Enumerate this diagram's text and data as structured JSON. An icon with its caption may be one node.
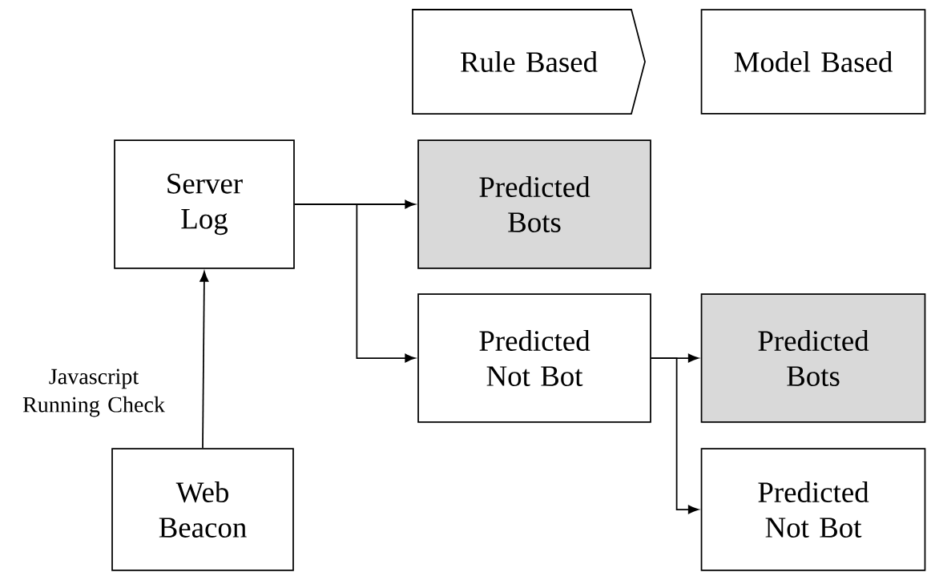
{
  "diagram": {
    "nodes": [
      {
        "text": [
          "Rule Based"
        ]
      },
      {
        "text": [
          "Model Based"
        ]
      },
      {
        "text": [
          "Server Log"
        ]
      },
      {
        "text": [
          "Predicted Bots"
        ]
      },
      {
        "text": [
          "Predicted Not Bot"
        ]
      },
      {
        "text": [
          "Predicted Bots"
        ]
      },
      {
        "text": [
          "Predicted Not Bot"
        ]
      },
      {
        "text": [
          "Web Beacon"
        ]
      }
    ],
    "edges": [
      {
        "from": 7,
        "to": 2,
        "arrow": "to",
        "label": "Javascript Running Check"
      },
      {
        "from": 2,
        "to": 3,
        "arrow": "to"
      },
      {
        "from": 2,
        "to": 4,
        "arrow": "to"
      },
      {
        "from": 4,
        "to": 5,
        "arrow": "to"
      },
      {
        "from": 4,
        "to": 6,
        "arrow": "to"
      }
    ]
  }
}
